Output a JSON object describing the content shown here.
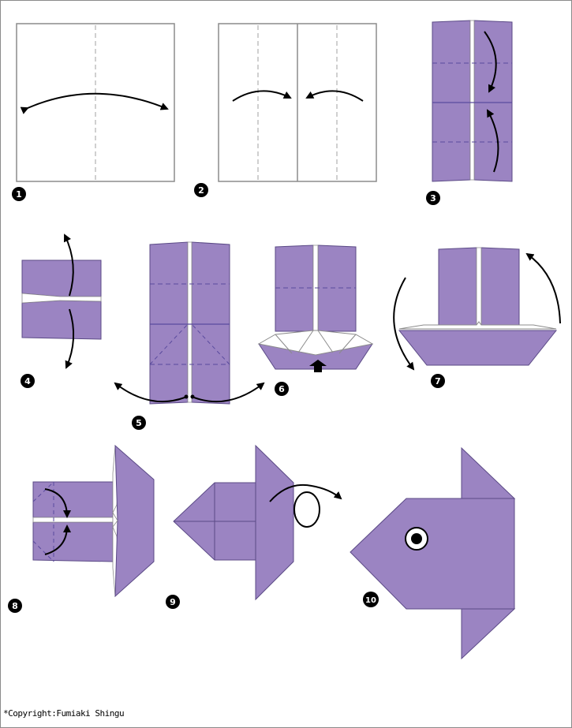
{
  "steps": [
    {
      "number": "1"
    },
    {
      "number": "2"
    },
    {
      "number": "3"
    },
    {
      "number": "4"
    },
    {
      "number": "5"
    },
    {
      "number": "6"
    },
    {
      "number": "7"
    },
    {
      "number": "8"
    },
    {
      "number": "9"
    },
    {
      "number": "10"
    }
  ],
  "copyright": "*Copyright:Fumiaki Shingu",
  "colors": {
    "paper": "#9b84c2",
    "paper_edge": "#5b4a86",
    "fold_line": "#5a4a9e",
    "outline": "#000000",
    "white_paper": "#ffffff",
    "white_edge": "#8c8c8c"
  }
}
